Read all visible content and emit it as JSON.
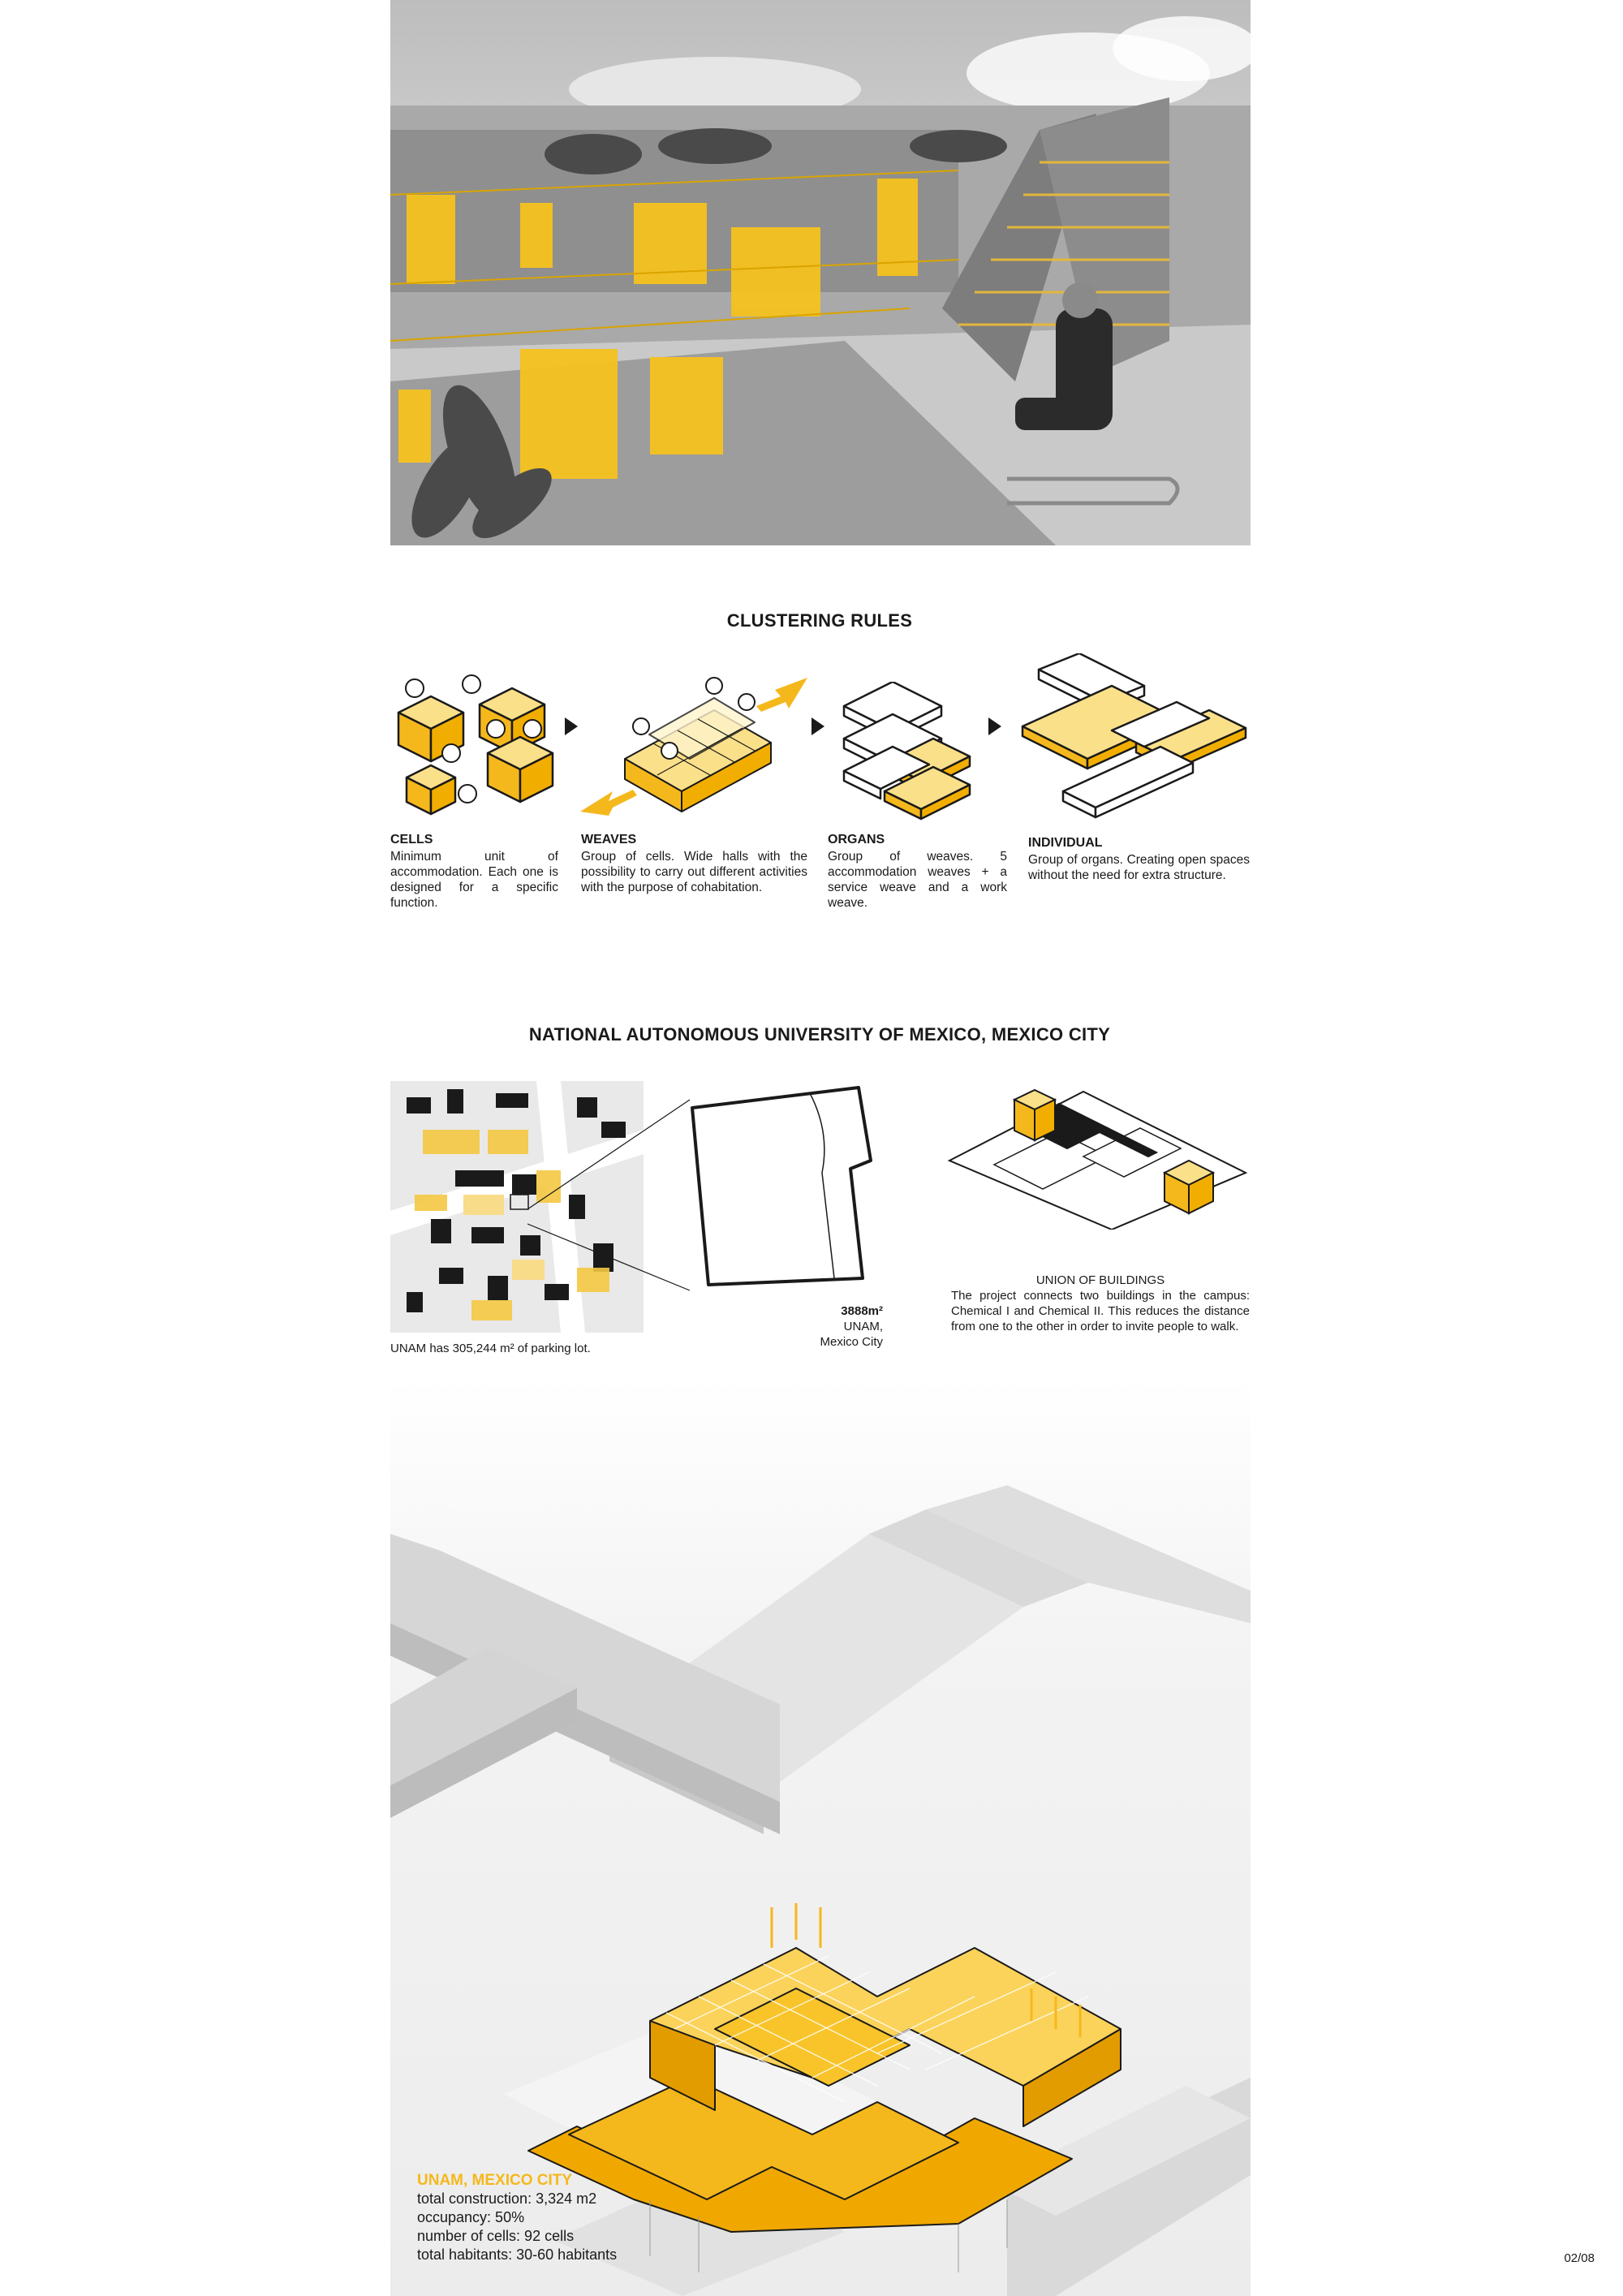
{
  "clustering": {
    "title": "CLUSTERING RULES",
    "steps": [
      {
        "title": "CELLS",
        "text": "Minimum unit of accommodation. Each one is designed for a specific function."
      },
      {
        "title": "WEAVES",
        "text": "Group of cells. Wide halls with the possibility to carry out different activities with the purpose of cohabitation."
      },
      {
        "title": "ORGANS",
        "text": "Group of weaves. 5 accommodation weaves + a service weave and a work weave."
      },
      {
        "title": "INDIVIDUAL",
        "text": "Group of organs. Creating open spaces without the need for extra structure."
      }
    ]
  },
  "site": {
    "title": "NATIONAL AUTONOMOUS UNIVERSITY OF MEXICO, MEXICO CITY",
    "map_caption": "UNAM has 305,244 m² of parking lot.",
    "area_value": "3888m²",
    "area_place": "UNAM,",
    "area_city": "Mexico City",
    "union_title": "UNION OF BUILDINGS",
    "union_text": "The project connects two buildings in the campus: Chemical I and Chemical II. This reduces the distance from one to the other in order to invite people to walk."
  },
  "project": {
    "title": "UNAM, MEXICO CITY",
    "lines": [
      "total construction: 3,324 m2",
      "occupancy: 50%",
      "number of cells: 92 cells",
      "total habitants: 30-60 habitants"
    ]
  },
  "page_number": "02/08",
  "colors": {
    "accent": "#f5b81c",
    "accent_light": "#fbe08a",
    "dark": "#1a1a1a",
    "grey": "#d9d9d9"
  }
}
